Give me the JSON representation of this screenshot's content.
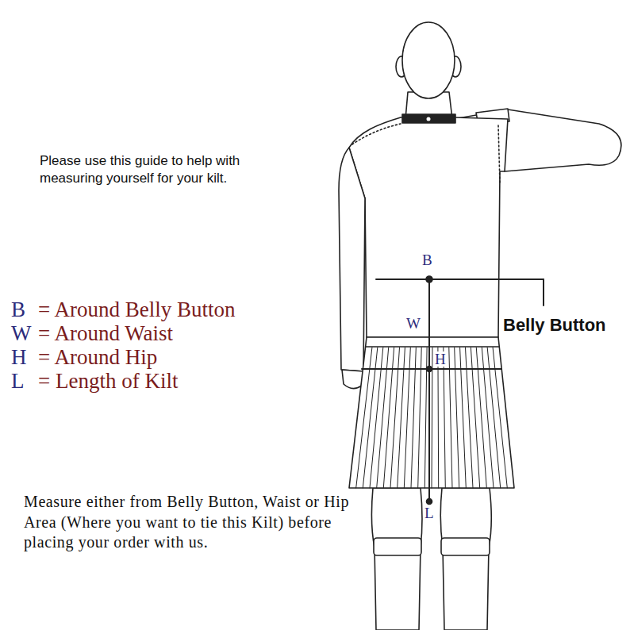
{
  "diagram": {
    "labels": [
      "Please use this guide to help with measuring yourself for your kilt.",
      "B",
      "= Around Belly Button",
      "W",
      "= Around Waist",
      "H",
      "= Around Hip",
      "L",
      "= Length of Kilt",
      "B",
      "W",
      "H",
      "L",
      "Belly Button",
      "Measure either from Belly Button, Waist or Hip Area (Where you want to tie this Kilt) before placing your order with us."
    ]
  }
}
